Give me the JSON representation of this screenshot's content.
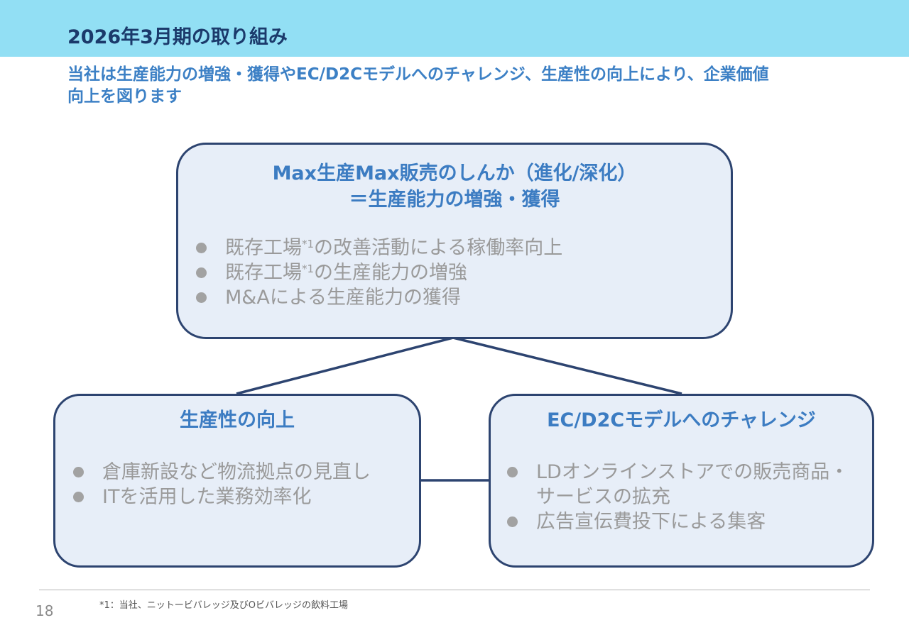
{
  "header": {
    "title": "2026年3月期の取り組み",
    "lead_lines": [
      "当社は生産能力の増強・獲得やEC/D2Cモデルへのチャレンジ、生産性の向上により、企業価値",
      "向上を図ります"
    ]
  },
  "boxes": {
    "top": {
      "title_lines": [
        "Max生産Max販売のしんか（進化/深化）",
        "＝生産能力の増強・獲得"
      ],
      "items": [
        {
          "before": "既存工場",
          "mark": "*1",
          "after": "の改善活動による稼働率向上"
        },
        {
          "before": "既存工場",
          "mark": "*1",
          "after": "の生産能力の増強"
        },
        {
          "before": "M&Aによる生産能力の獲得",
          "mark": "",
          "after": ""
        }
      ]
    },
    "left": {
      "title": "生産性の向上",
      "items": [
        "倉庫新設など物流拠点の見直し",
        "ITを活用した業務効率化"
      ]
    },
    "right": {
      "title": "EC/D2Cモデルへのチャレンジ",
      "items": [
        {
          "line1": "LDオンラインストアでの販売商品・",
          "line2": "サービスの拡充"
        },
        {
          "line1": "広告宣伝費投下による集客",
          "line2": ""
        }
      ]
    }
  },
  "footer": {
    "page_number": "18",
    "footnote": "*1：当社、ニットービバレッジ及びOビバレッジの飲料工場"
  },
  "colors": {
    "header_band": "#92dff4",
    "title": "#1b3a6b",
    "lead": "#3c80c5",
    "box_fill": "#e7eef8",
    "box_border": "#2d4470",
    "box_title": "#3c7cc2",
    "bullet_text": "#9a9a9a"
  }
}
